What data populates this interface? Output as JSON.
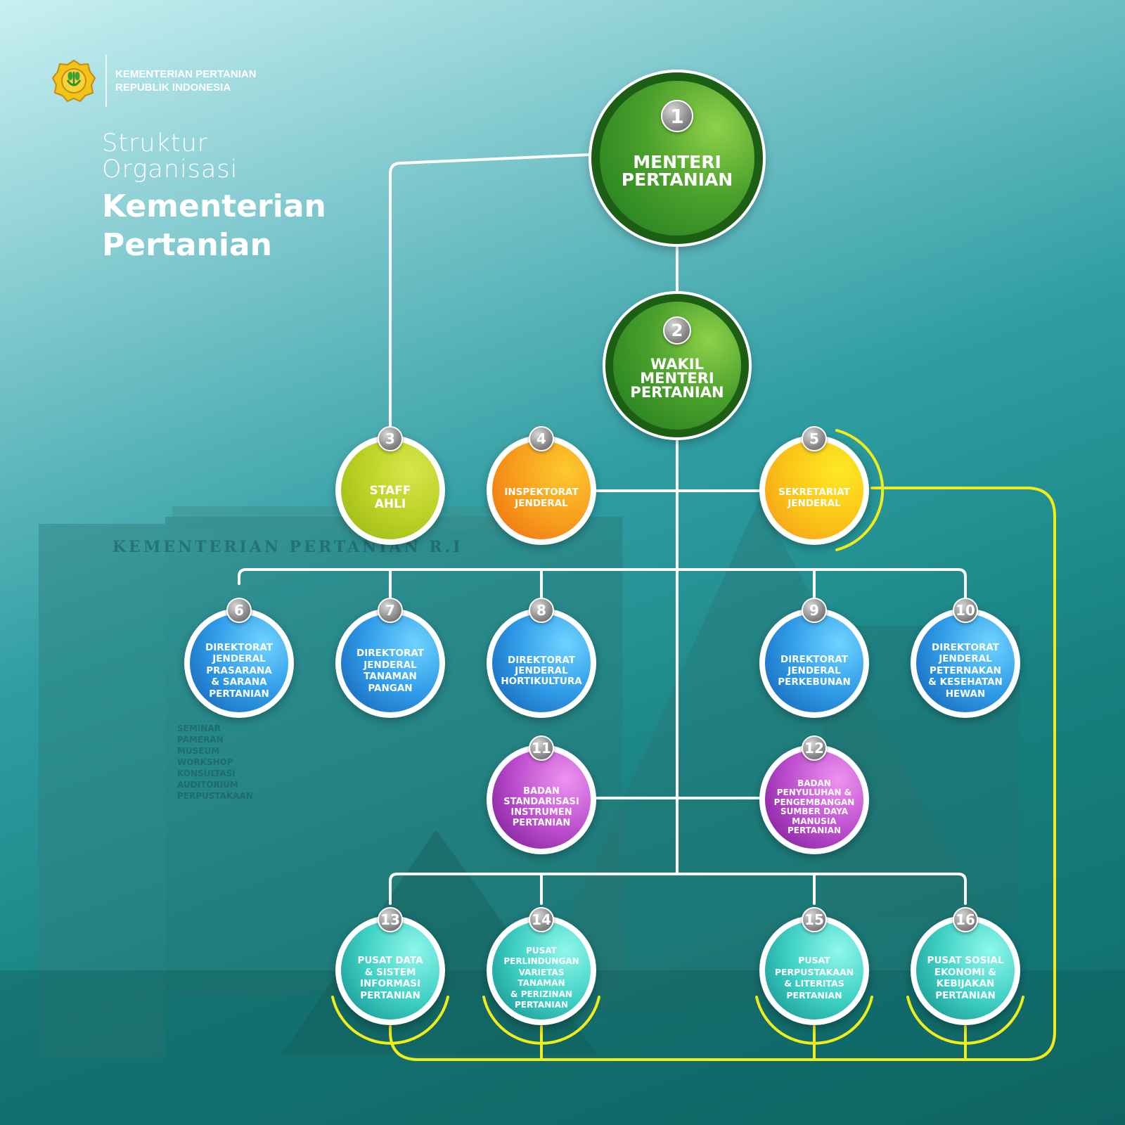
{
  "header": {
    "org_line1": "KEMENTERIAN PERTANIAN",
    "org_line2": "REPUBLIK INDONESIA",
    "title_line1": "Struktur",
    "title_line2": "Organisasi",
    "title_bold1": "Kementerian",
    "title_bold2": "Pertanian"
  },
  "background_sign": "KEMENTERIAN PERTANIAN R.I",
  "background_sign_lines": [
    "SEMINAR",
    "PAMERAN",
    "MUSEUM",
    "WORKSHOP",
    "KONSULTASI",
    "AUDITORIUM",
    "PERPUSTAKAAN"
  ],
  "colors": {
    "background": "#1a8583",
    "connector": "#ffffff",
    "accent_line": "#f1ec1c",
    "level1": "#3f9a2b",
    "staff": "#b7cf21",
    "inspektorat": "#f79a1c",
    "sekretariat": "#fbc216",
    "direktorat": "#2f9be8",
    "badan": "#bd4fcf",
    "pusat": "#3fd0c4"
  },
  "nodes": [
    {
      "number": "1",
      "label": "MENTERI PERTANIAN",
      "lines": [
        "MENTERI",
        "PERTANIAN"
      ]
    },
    {
      "number": "2",
      "label": "WAKIL MENTERI PERTANIAN",
      "lines": [
        "WAKIL",
        "MENTERI",
        "PERTANIAN"
      ]
    },
    {
      "number": "3",
      "label": "STAFF AHLI",
      "lines": [
        "STAFF",
        "AHLI"
      ]
    },
    {
      "number": "4",
      "label": "INSPEKTORAT JENDERAL",
      "lines": [
        "INSPEKTORAT",
        "JENDERAL"
      ]
    },
    {
      "number": "5",
      "label": "SEKRETARIAT JENDERAL",
      "lines": [
        "SEKRETARIAT",
        "JENDERAL"
      ]
    },
    {
      "number": "6",
      "label": "DIREKTORAT JENDERAL PRASARANA & SARANA PERTANIAN",
      "lines": [
        "DIREKTORAT",
        "JENDERAL",
        "PRASARANA",
        "& SARANA",
        "PERTANIAN"
      ]
    },
    {
      "number": "7",
      "label": "DIREKTORAT JENDERAL TANAMAN PANGAN",
      "lines": [
        "DIREKTORAT",
        "JENDERAL",
        "TANAMAN",
        "PANGAN"
      ]
    },
    {
      "number": "8",
      "label": "DIREKTORAT JENDERAL HORTIKULTURA",
      "lines": [
        "DIREKTORAT",
        "JENDERAL",
        "HORTIKULTURA"
      ]
    },
    {
      "number": "9",
      "label": "DIREKTORAT JENDERAL PERKEBUNAN",
      "lines": [
        "DIREKTORAT",
        "JENDERAL",
        "PERKEBUNAN"
      ]
    },
    {
      "number": "10",
      "label": "DIREKTORAT JENDERAL PETERNAKAN & KESEHATAN HEWAN",
      "lines": [
        "DIREKTORAT",
        "JENDERAL",
        "PETERNAKAN",
        "& KESEHATAN",
        "HEWAN"
      ]
    },
    {
      "number": "11",
      "label": "BADAN STANDARISASI INSTRUMEN PERTANIAN",
      "lines": [
        "BADAN",
        "STANDARISASI",
        "INSTRUMEN",
        "PERTANIAN"
      ]
    },
    {
      "number": "12",
      "label": "BADAN PENYULUHAN & PENGEMBANGAN SUMBER DAYA MANUSIA PERTANIAN",
      "lines": [
        "BADAN",
        "PENYULUHAN &",
        "PENGEMBANGAN",
        "SUMBER DAYA",
        "MANUSIA",
        "PERTANIAN"
      ]
    },
    {
      "number": "13",
      "label": "PUSAT DATA & SISTEM INFORMASI PERTANIAN",
      "lines": [
        "PUSAT DATA",
        "& SISTEM",
        "INFORMASI",
        "PERTANIAN"
      ]
    },
    {
      "number": "14",
      "label": "PUSAT PERLINDUNGAN VARIETAS TANAMAN & PERIZINAN PERTANIAN",
      "lines": [
        "PUSAT",
        "PERLINDUNGAN",
        "VARIETAS",
        "TANAMAN",
        "& PERIZINAN",
        "PERTANIAN"
      ]
    },
    {
      "number": "15",
      "label": "PUSAT PERPUSTAKAAN & LITERITAS PERTANIAN",
      "lines": [
        "PUSAT",
        "PERPUSTAKAAN",
        "& LITERITAS",
        "PERTANIAN"
      ]
    },
    {
      "number": "16",
      "label": "PUSAT SOSIAL EKONOMI & KEBIJAKAN PERTANIAN",
      "lines": [
        "PUSAT SOSIAL",
        "EKONOMI &",
        "KEBIJAKAN",
        "PERTANIAN"
      ]
    }
  ]
}
